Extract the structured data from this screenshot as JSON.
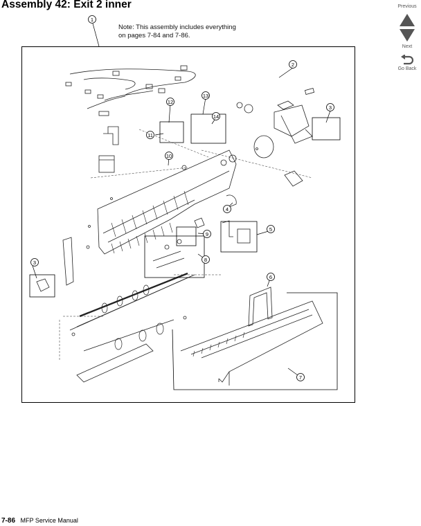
{
  "header": {
    "title": "Assembly 42:  Exit 2 inner"
  },
  "nav": {
    "previous": "Previous",
    "next": "Next",
    "go_back": "Go Back"
  },
  "note": {
    "line1": "Note: This assembly includes everything",
    "line2": "on pages 7-84 and 7-86."
  },
  "callouts": [
    "1",
    "2",
    "3",
    "4",
    "5",
    "6",
    "7",
    "8",
    "9",
    "10",
    "11",
    "12",
    "13",
    "14"
  ],
  "footer": {
    "page": "7-86",
    "manual": "MFP Service Manual"
  }
}
